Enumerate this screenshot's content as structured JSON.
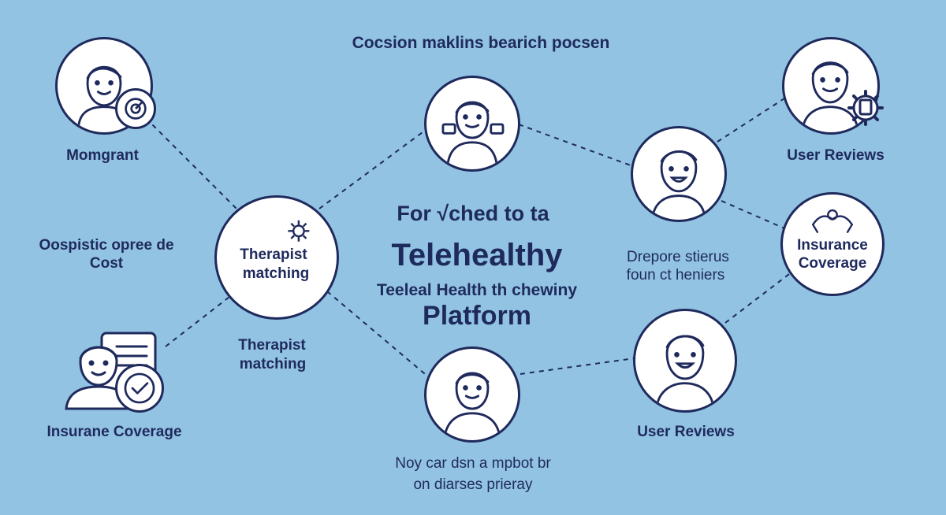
{
  "top_heading": "Cocsion maklins bearich pocsen",
  "center": {
    "line1": "For √ched to ta",
    "line2": "Telehealthy",
    "line3": "Teeleal Health th chewiny",
    "line4": "Platform"
  },
  "labels": {
    "momgrant": "Momgrant",
    "cost_line1": "Oospistic opree de",
    "cost_line2": "Cost",
    "insurance_left": "Insurane Coverage",
    "therapist_inner_line1": "Therapist",
    "therapist_inner_line2": "matching",
    "therapist_outer_line1": "Therapist",
    "therapist_outer_line2": "matching",
    "bottom_line1": "Noy car dsn a mpbot br",
    "bottom_line2": "on diarses prieray",
    "dreporee_line1": "Drepore stierus",
    "dreporee_line2": "foun ct heniers",
    "user_reviews_top": "User Reviews",
    "insurance_right_line1": "Insurance",
    "insurance_right_line2": "Coverage",
    "user_reviews_bottom": "User Reviews"
  },
  "colors": {
    "background": "#92c3e3",
    "ink": "#1f2a5c",
    "node_fill": "#ffffff"
  },
  "icons": [
    "person-icon",
    "target-icon",
    "document-icon",
    "check-icon",
    "gear-icon",
    "network-icon",
    "compass-icon"
  ]
}
